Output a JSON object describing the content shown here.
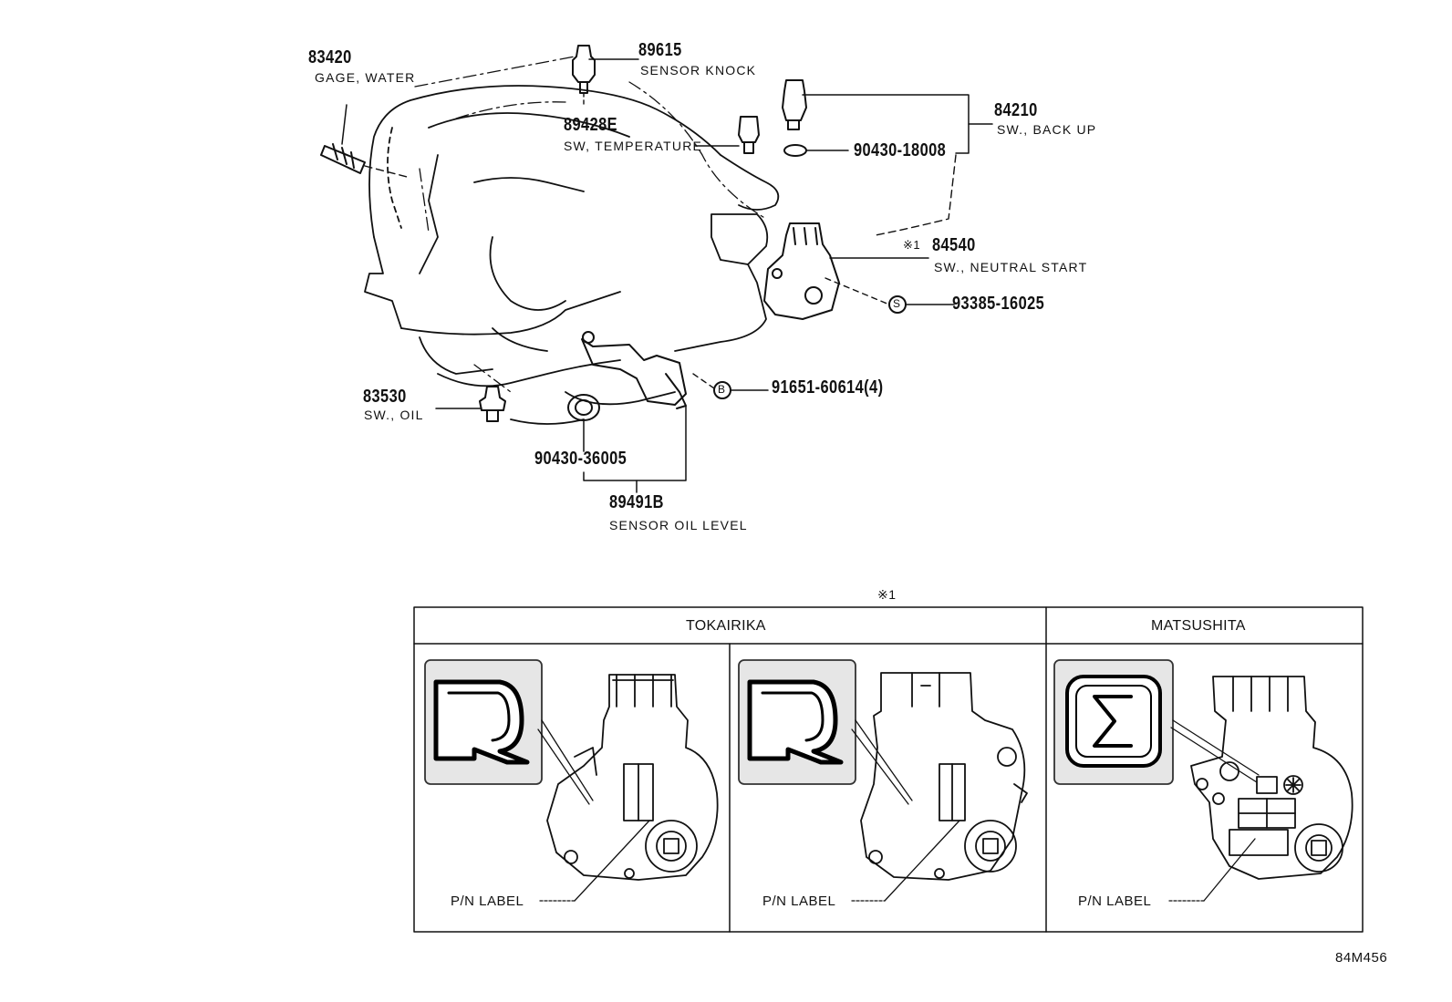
{
  "parts": [
    {
      "number": "83420",
      "name": "GAGE, WATER"
    },
    {
      "number": "89615",
      "name": "SENSOR KNOCK"
    },
    {
      "number": "89428E",
      "name": "SW, TEMPERATURE"
    },
    {
      "number": "84210",
      "name": "SW., BACK UP"
    },
    {
      "number": "90430-18008",
      "name": ""
    },
    {
      "number": "84540",
      "name": "SW., NEUTRAL START",
      "note": "※1"
    },
    {
      "number": "93385-16025",
      "name": "",
      "circle": "S"
    },
    {
      "number": "91651-60614(4)",
      "name": "",
      "circle": "B"
    },
    {
      "number": "83530",
      "name": "SW., OIL"
    },
    {
      "number": "90430-36005",
      "name": ""
    },
    {
      "number": "89491B",
      "name": "SENSOR OIL LEVEL"
    }
  ],
  "detail": {
    "note": "※1",
    "columns": [
      {
        "header": "TOKAIRIKA",
        "label": "P/N LABEL"
      },
      {
        "header": "",
        "label": "P/N LABEL"
      },
      {
        "header": "MATSUSHITA",
        "label": "P/N LABEL"
      }
    ]
  },
  "diagram_ref": "84M456"
}
